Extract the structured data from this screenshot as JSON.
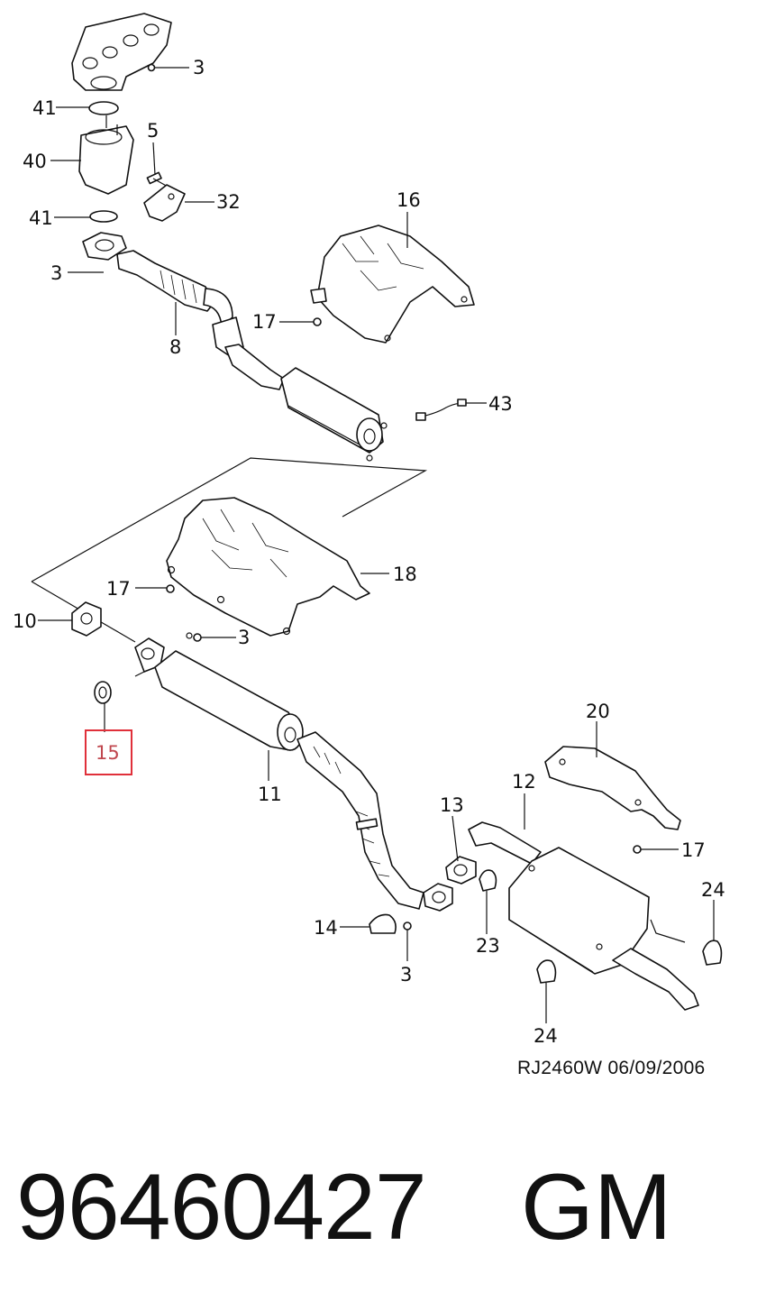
{
  "callouts": {
    "c3_top": "3",
    "c41_top": "41",
    "c40": "40",
    "c5": "5",
    "c32": "32",
    "c41_mid": "41",
    "c3_left": "3",
    "c8": "8",
    "c16": "16",
    "c17_upper": "17",
    "c43": "43",
    "c18": "18",
    "c17_mid": "17",
    "c10": "10",
    "c3_mid": "3",
    "c15": "15",
    "c11": "11",
    "c20": "20",
    "c12": "12",
    "c13": "13",
    "c17_right": "17",
    "c24_right": "24",
    "c14": "14",
    "c23": "23",
    "c3_bottom": "3",
    "c24_bottom": "24"
  },
  "highlight": {
    "callout": "15",
    "color": "#e0303a"
  },
  "footer": {
    "ref_code": "RJ2460W  06/09/2006",
    "part_number": "96460427",
    "brand": "GM"
  }
}
